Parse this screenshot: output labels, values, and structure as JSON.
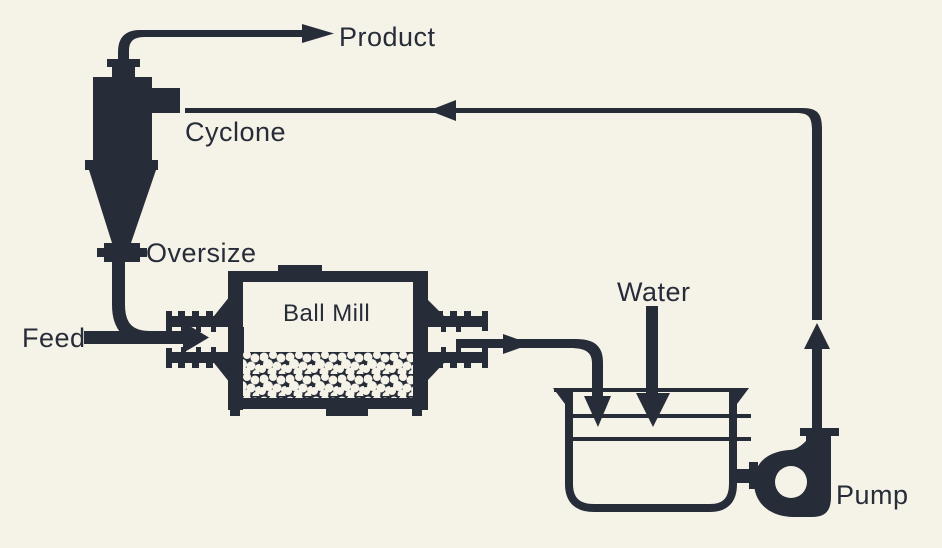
{
  "diagram": {
    "type": "process-flow",
    "subject": "closed-circuit ball mill grinding with cyclone classifier",
    "labels": {
      "product": "Product",
      "cyclone": "Cyclone",
      "oversize": "Oversize",
      "feed": "Feed",
      "ball_mill": "Ball Mill",
      "water": "Water",
      "pump": "Pump"
    },
    "colors": {
      "ink": "#272c39",
      "paper": "#f5f2e7"
    },
    "components": [
      "cyclone",
      "ball-mill",
      "sump-tank",
      "pump"
    ],
    "flows": [
      {
        "from": "feed",
        "to": "ball-mill",
        "arrow": "right"
      },
      {
        "from": "cyclone-overflow",
        "to": "product",
        "arrow": "right"
      },
      {
        "from": "cyclone-underflow-oversize",
        "to": "ball-mill-feed",
        "arrow": "none"
      },
      {
        "from": "ball-mill-discharge",
        "to": "sump-tank",
        "arrow": "right-then-down"
      },
      {
        "from": "water",
        "to": "sump-tank",
        "arrow": "down"
      },
      {
        "from": "sump-tank",
        "to": "pump",
        "arrow": "none"
      },
      {
        "from": "pump",
        "to": "cyclone-inlet",
        "arrow": "up-then-left"
      }
    ]
  }
}
